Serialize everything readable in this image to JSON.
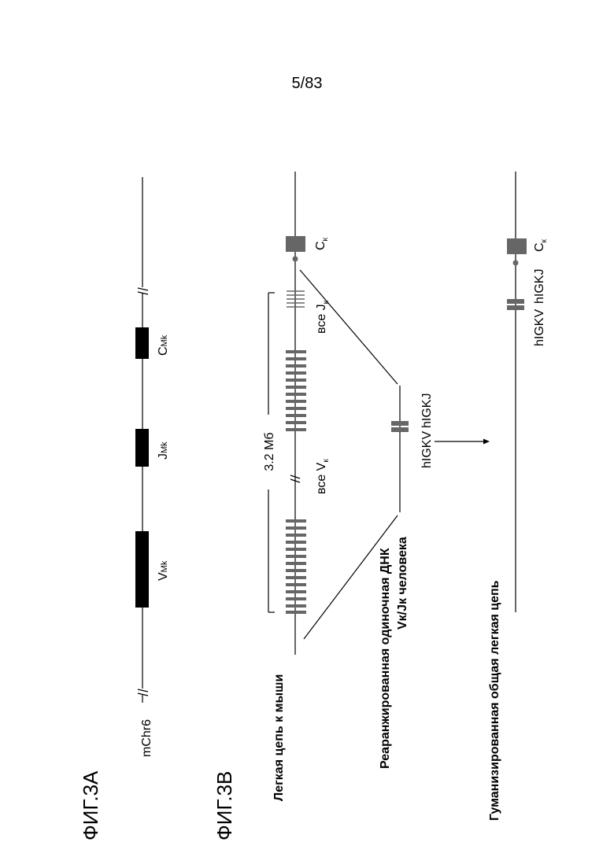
{
  "page_number": "5/83",
  "fig_a": {
    "label": "ФИГ.3А",
    "chromosome_label": "mChr6",
    "segments": [
      {
        "main": "V",
        "sub": "Mk"
      },
      {
        "main": "J",
        "sub": "Mk"
      },
      {
        "main": "C",
        "sub": "Mk"
      }
    ]
  },
  "fig_b": {
    "label": "ФИГ.3В",
    "mouse_row": {
      "label": "Легкая цепь к мыши",
      "size_label": "3.2 Мб",
      "v_label": {
        "main": "все V",
        "sub": "к"
      },
      "j_label": {
        "main": "все J",
        "sub": "к"
      },
      "c_label": {
        "main": "C",
        "sub": "к"
      }
    },
    "rearranged_row": {
      "label_line1": "Реаранжированная одиночная ДНК",
      "label_line2": "Vк/Jк человека",
      "v_label": "hIGKV",
      "j_label": "hIGKJ"
    },
    "humanized_row": {
      "label": "Гуманизированная общая легкая цепь",
      "v_label": "hIGKV",
      "j_label": "hIGKJ",
      "c_label": {
        "main": "C",
        "sub": "к"
      }
    }
  }
}
